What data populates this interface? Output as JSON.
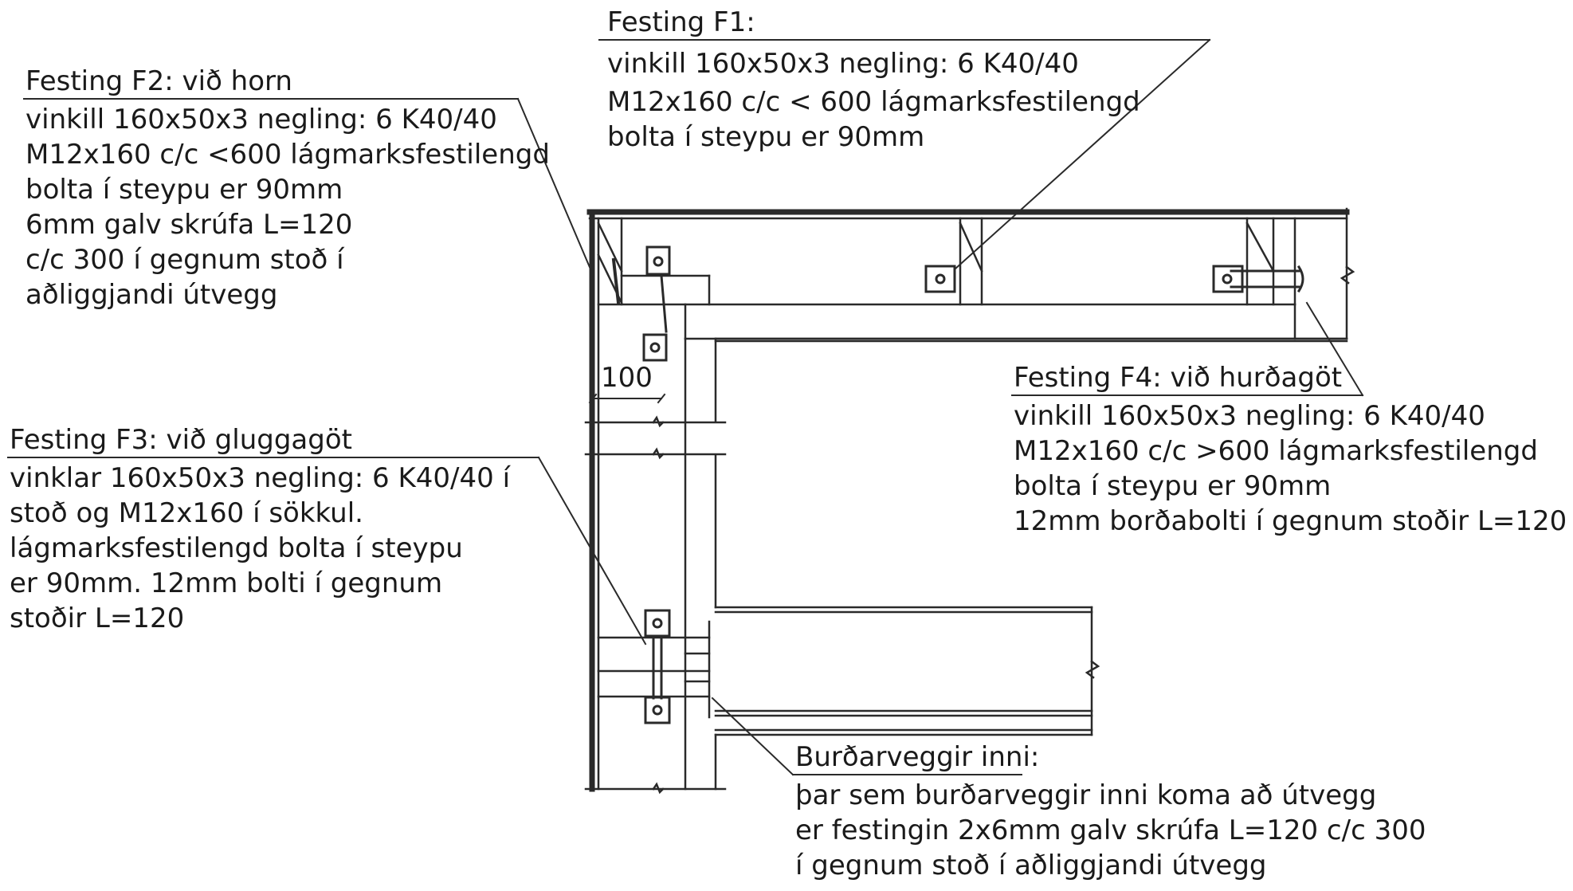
{
  "diagram": {
    "line_color": "#2a2a2a",
    "dimension": {
      "label": "100"
    },
    "notes": {
      "f1": {
        "title": "Festing F1:",
        "lines": [
          "vinkill 160x50x3   negling: 6 K40/40",
          "M12x160  c/c < 600   lágmarksfestilengd",
          "bolta í steypu er 90mm"
        ]
      },
      "f2": {
        "title": "Festing F2:  við horn",
        "lines": [
          "vinkill 160x50x3   negling: 6 K40/40",
          "M12x160  c/c <600   lágmarksfestilengd",
          "bolta í steypu er 90mm",
          "6mm  galv  skrúfa  L=120",
          "c/c  300  í  gegnum  stoð  í",
          "aðliggjandi  útvegg"
        ]
      },
      "f3": {
        "title": "Festing F3:  við gluggagöt",
        "lines": [
          "vinklar  160x50x3   negling:  6  K40/40  í",
          "stoð  og  M12x160  í  sökkul.",
          "lágmarksfestilengd  bolta  í  steypu",
          "er 90mm.   12mm  bolti  í  gegnum",
          "stoðir  L=120"
        ]
      },
      "f4": {
        "title": "Festing F4:  við hurðagöt",
        "lines": [
          "vinkill 160x50x3   negling:  6  K40/40",
          "M12x160  c/c >600   lágmarksfestilengd",
          "bolta  í  steypu  er  90mm",
          "12mm  borðabolti  í  gegnum  stoðir  L=120"
        ]
      },
      "inner": {
        "title": "Burðarveggir  inni:",
        "lines": [
          "þar  sem  burðarveggir  inni  koma  að  útvegg",
          "er  festingin  2x6mm  galv  skrúfa  L=120    c/c  300",
          "í  gegnum  stoð  í  aðliggjandi  útvegg"
        ]
      }
    }
  }
}
